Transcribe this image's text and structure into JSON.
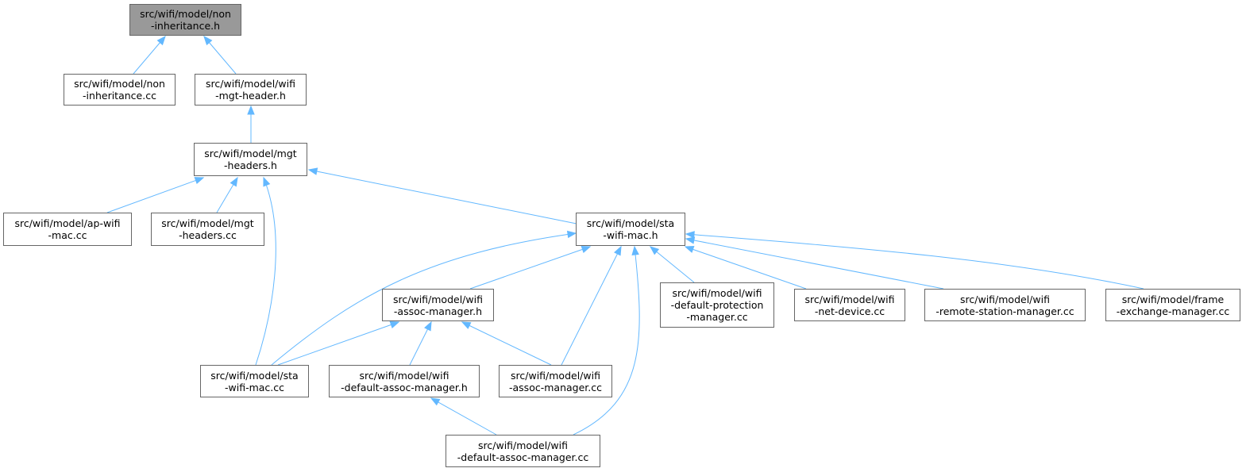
{
  "colors": {
    "edge": "#63b8ff",
    "root_fill": "#999999",
    "node_border": "#666666"
  },
  "nodes": {
    "noninh_h": {
      "lines": [
        "src/wifi/model/non",
        "-inheritance.h"
      ],
      "root": true
    },
    "noninh_cc": {
      "lines": [
        "src/wifi/model/non",
        "-inheritance.cc"
      ]
    },
    "mgt_header": {
      "lines": [
        "src/wifi/model/wifi",
        "-mgt-header.h"
      ]
    },
    "mgt_headers": {
      "lines": [
        "src/wifi/model/mgt",
        "-headers.h"
      ]
    },
    "ap_wifi": {
      "lines": [
        "src/wifi/model/ap-wifi",
        "-mac.cc"
      ]
    },
    "mgt_headers_cc": {
      "lines": [
        "src/wifi/model/mgt",
        "-headers.cc"
      ]
    },
    "sta_h": {
      "lines": [
        "src/wifi/model/sta",
        "-wifi-mac.h"
      ]
    },
    "assoc_h": {
      "lines": [
        "src/wifi/model/wifi",
        "-assoc-manager.h"
      ]
    },
    "def_prot": {
      "lines": [
        "src/wifi/model/wifi",
        "-default-protection",
        "-manager.cc"
      ]
    },
    "net_dev": {
      "lines": [
        "src/wifi/model/wifi",
        "-net-device.cc"
      ]
    },
    "remote": {
      "lines": [
        "src/wifi/model/wifi",
        "-remote-station-manager.cc"
      ]
    },
    "frame": {
      "lines": [
        "src/wifi/model/frame",
        "-exchange-manager.cc"
      ]
    },
    "sta_cc": {
      "lines": [
        "src/wifi/model/sta",
        "-wifi-mac.cc"
      ]
    },
    "def_assoc_h": {
      "lines": [
        "src/wifi/model/wifi",
        "-default-assoc-manager.h"
      ]
    },
    "assoc_cc": {
      "lines": [
        "src/wifi/model/wifi",
        "-assoc-manager.cc"
      ]
    },
    "def_assoc_cc": {
      "lines": [
        "src/wifi/model/wifi",
        "-default-assoc-manager.cc"
      ]
    }
  },
  "edges": [
    [
      "noninh_cc",
      "noninh_h"
    ],
    [
      "mgt_header",
      "noninh_h"
    ],
    [
      "mgt_headers",
      "mgt_header"
    ],
    [
      "ap_wifi",
      "mgt_headers"
    ],
    [
      "mgt_headers_cc",
      "mgt_headers"
    ],
    [
      "sta_cc",
      "mgt_headers"
    ],
    [
      "sta_h",
      "mgt_headers"
    ],
    [
      "sta_cc",
      "sta_h"
    ],
    [
      "assoc_h",
      "sta_h"
    ],
    [
      "assoc_cc",
      "sta_h"
    ],
    [
      "def_assoc_cc",
      "sta_h"
    ],
    [
      "def_prot",
      "sta_h"
    ],
    [
      "net_dev",
      "sta_h"
    ],
    [
      "remote",
      "sta_h"
    ],
    [
      "frame",
      "sta_h"
    ],
    [
      "sta_cc",
      "assoc_h"
    ],
    [
      "def_assoc_h",
      "assoc_h"
    ],
    [
      "assoc_cc",
      "assoc_h"
    ],
    [
      "def_assoc_cc",
      "def_assoc_h"
    ]
  ]
}
